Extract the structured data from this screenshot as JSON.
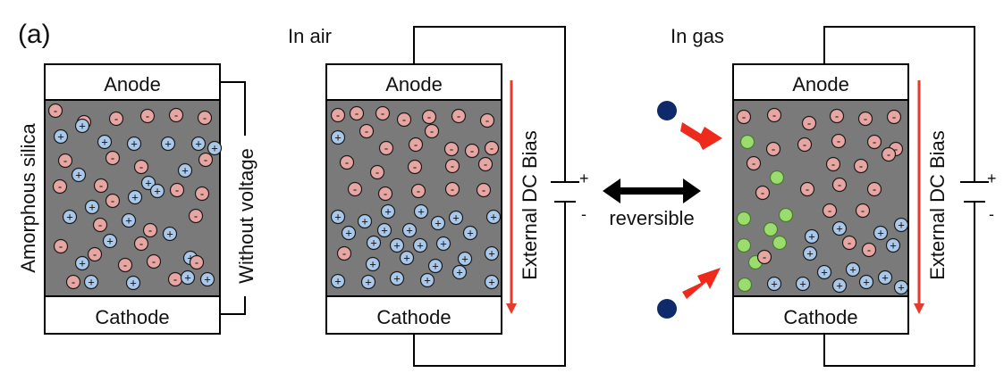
{
  "panel_label": "(a)",
  "cells": {
    "left": {
      "anode": "Anode",
      "cathode": "Cathode",
      "side_label": "Amorphous silica",
      "connector_label": "Without voltage"
    },
    "middle": {
      "heading": "In air",
      "anode": "Anode",
      "cathode": "Cathode",
      "bias_label": "External DC Bias",
      "plus": "+",
      "minus": "-"
    },
    "right": {
      "heading": "In gas",
      "anode": "Anode",
      "cathode": "Cathode",
      "bias_label": "External DC Bias",
      "plus": "+",
      "minus": "-"
    }
  },
  "center_arrow_label": "reversible",
  "ion_signs": {
    "negative": "-",
    "positive": "+"
  },
  "colors": {
    "oxide": "#7a7a7a",
    "negative_ion_fill": "#e8a6a3",
    "positive_ion_fill": "#a9c8ea",
    "ion_stroke": "#1c1c1c",
    "gas_particle_fill": "#9bdc6e",
    "gas_molecule_fill": "#0f2a6b",
    "bias_arrow": "#e53b2c",
    "incoming_arrow": "#ee2a1c",
    "reversible_arrow": "#000000"
  }
}
